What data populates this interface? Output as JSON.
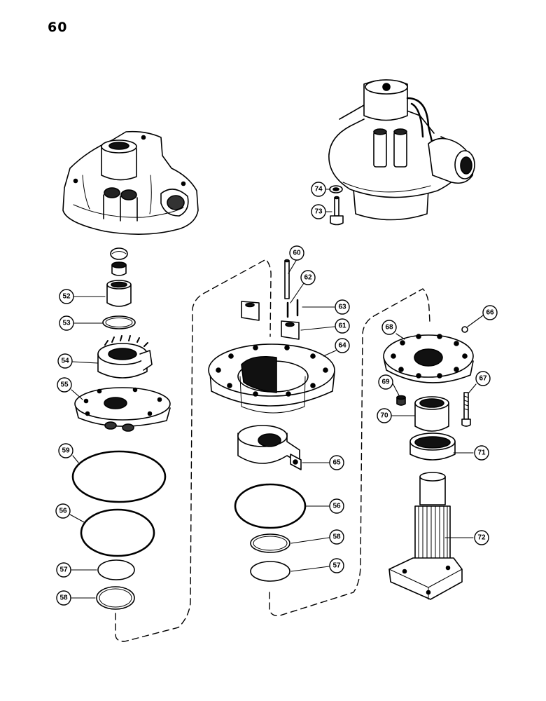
{
  "page_number": "60",
  "callouts": [
    {
      "id": "c52",
      "label": "52"
    },
    {
      "id": "c53",
      "label": "53"
    },
    {
      "id": "c54",
      "label": "54"
    },
    {
      "id": "c55",
      "label": "55"
    },
    {
      "id": "c59",
      "label": "59"
    },
    {
      "id": "c56a",
      "label": "56"
    },
    {
      "id": "c57a",
      "label": "57"
    },
    {
      "id": "c58a",
      "label": "58"
    },
    {
      "id": "c60",
      "label": "60"
    },
    {
      "id": "c62",
      "label": "62"
    },
    {
      "id": "c63",
      "label": "63"
    },
    {
      "id": "c61",
      "label": "61"
    },
    {
      "id": "c64",
      "label": "64"
    },
    {
      "id": "c65",
      "label": "65"
    },
    {
      "id": "c56b",
      "label": "56"
    },
    {
      "id": "c58b",
      "label": "58"
    },
    {
      "id": "c57b",
      "label": "57"
    },
    {
      "id": "c74",
      "label": "74"
    },
    {
      "id": "c73",
      "label": "73"
    },
    {
      "id": "c66",
      "label": "66"
    },
    {
      "id": "c68",
      "label": "68"
    },
    {
      "id": "c67",
      "label": "67"
    },
    {
      "id": "c69",
      "label": "69"
    },
    {
      "id": "c70",
      "label": "70"
    },
    {
      "id": "c71",
      "label": "71"
    },
    {
      "id": "c72",
      "label": "72"
    }
  ]
}
